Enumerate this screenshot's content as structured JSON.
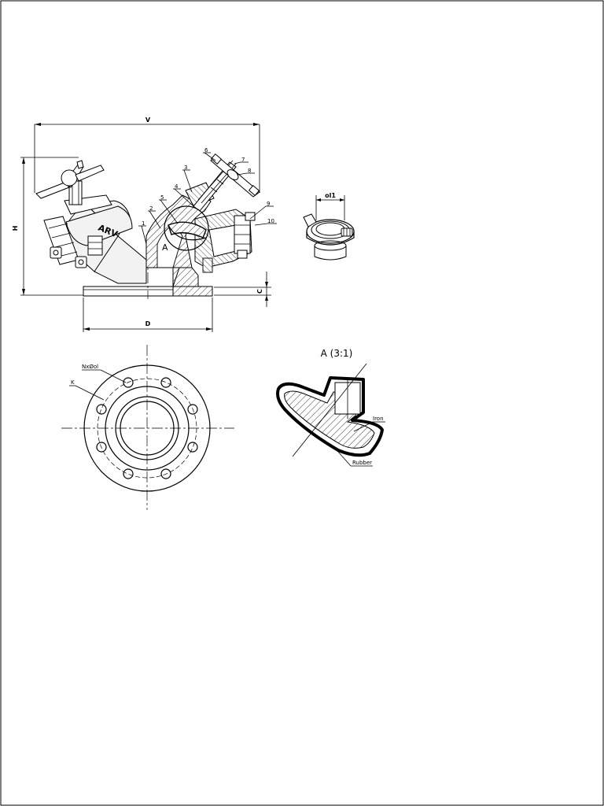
{
  "labels": {
    "dim_v": "V",
    "dim_h": "H",
    "dim_c": "C",
    "dim_d": "D",
    "dim_d1": "ol1",
    "brand": "ARV",
    "detail_marker": "A",
    "parts": [
      "1",
      "2",
      "3",
      "4",
      "5",
      "6",
      "7",
      "8",
      "9",
      "10"
    ],
    "flange_holes": "NxØol",
    "flange_k": "K",
    "detail_title": "A  (3:1)",
    "material_iron": "Iron",
    "material_rubber": "Rubber"
  }
}
